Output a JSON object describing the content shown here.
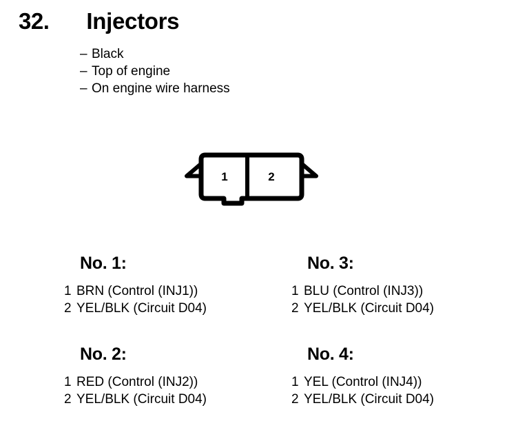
{
  "header": {
    "item_number": "32.",
    "title": "Injectors",
    "attributes": [
      {
        "dash": "–",
        "text": "Black"
      },
      {
        "dash": "–",
        "text": "Top of engine"
      },
      {
        "dash": "–",
        "text": "On engine wire harness"
      }
    ]
  },
  "connector": {
    "name": "two-cavity-connector",
    "cavities": [
      {
        "label": "1"
      },
      {
        "label": "2"
      }
    ],
    "stroke_color": "#000000",
    "fill_color": "#ffffff"
  },
  "groups": [
    {
      "title": "No. 1:",
      "pins": [
        {
          "number": "1",
          "description": "BRN (Control (INJ1))"
        },
        {
          "number": "2",
          "description": "YEL/BLK (Circuit D04)"
        }
      ]
    },
    {
      "title": "No. 2:",
      "pins": [
        {
          "number": "1",
          "description": "RED (Control (INJ2))"
        },
        {
          "number": "2",
          "description": "YEL/BLK (Circuit D04)"
        }
      ]
    },
    {
      "title": "No. 3:",
      "pins": [
        {
          "number": "1",
          "description": "BLU (Control (INJ3))"
        },
        {
          "number": "2",
          "description": "YEL/BLK (Circuit D04)"
        }
      ]
    },
    {
      "title": "No. 4:",
      "pins": [
        {
          "number": "1",
          "description": "YEL (Control (INJ4))"
        },
        {
          "number": "2",
          "description": "YEL/BLK (Circuit D04)"
        }
      ]
    }
  ]
}
